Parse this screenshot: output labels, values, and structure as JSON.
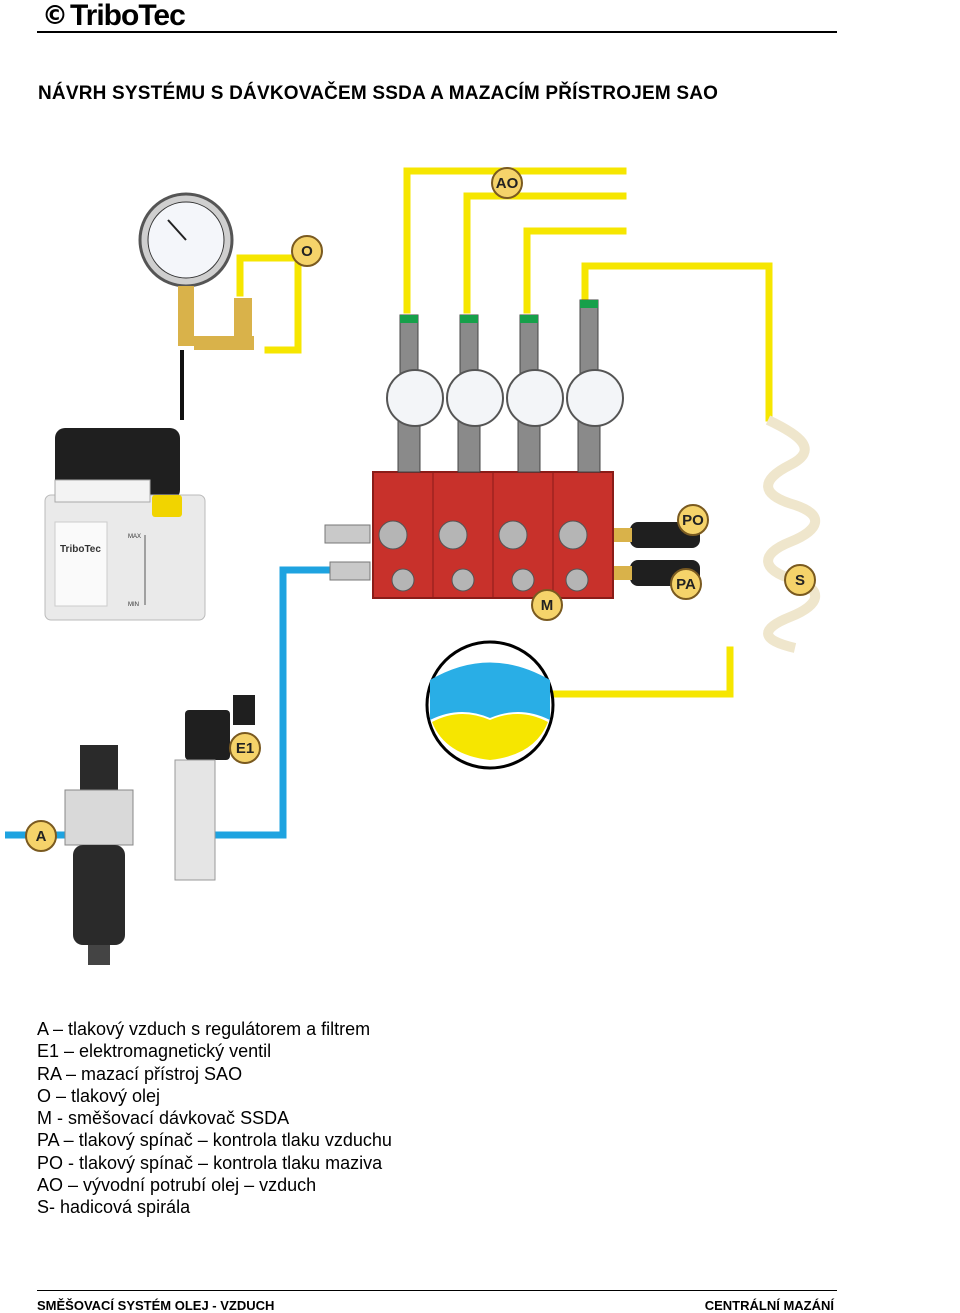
{
  "header": {
    "logo_mark": "©",
    "logo_text": "TriboTec"
  },
  "title": "NÁVRH SYSTÉMU S DÁVKOVAČEM SSDA A MAZACÍM PŘÍSTROJEM SAO",
  "diagram": {
    "labels": {
      "A": "A",
      "E1": "E1",
      "O": "O",
      "M": "M",
      "PA": "PA",
      "PO": "PO",
      "AO": "AO",
      "S": "S"
    },
    "unit_brand": "TriboTec",
    "unit_max": "MAX",
    "unit_min": "MIN",
    "colors": {
      "oil_line": "#f6e600",
      "air_line": "#1ea3e0",
      "dosing_block": "#c8312b",
      "label_badge": "#f5d36a"
    }
  },
  "legend": [
    "A – tlakový vzduch s regulátorem a filtrem",
    "E1 – elektromagnetický ventil",
    "RA – mazací přístroj SAO",
    "O – tlakový olej",
    "M -  směšovací dávkovač SSDA",
    "PA – tlakový spínač – kontrola tlaku vzduchu",
    "PO - tlakový spínač – kontrola tlaku maziva",
    "AO – vývodní potrubí olej – vzduch",
    "S- hadicová spirála"
  ],
  "footer": {
    "left": "SMĚŠOVACÍ SYSTÉM OLEJ -  VZDUCH",
    "right": "CENTRÁLNÍ MAZÁNÍ"
  }
}
